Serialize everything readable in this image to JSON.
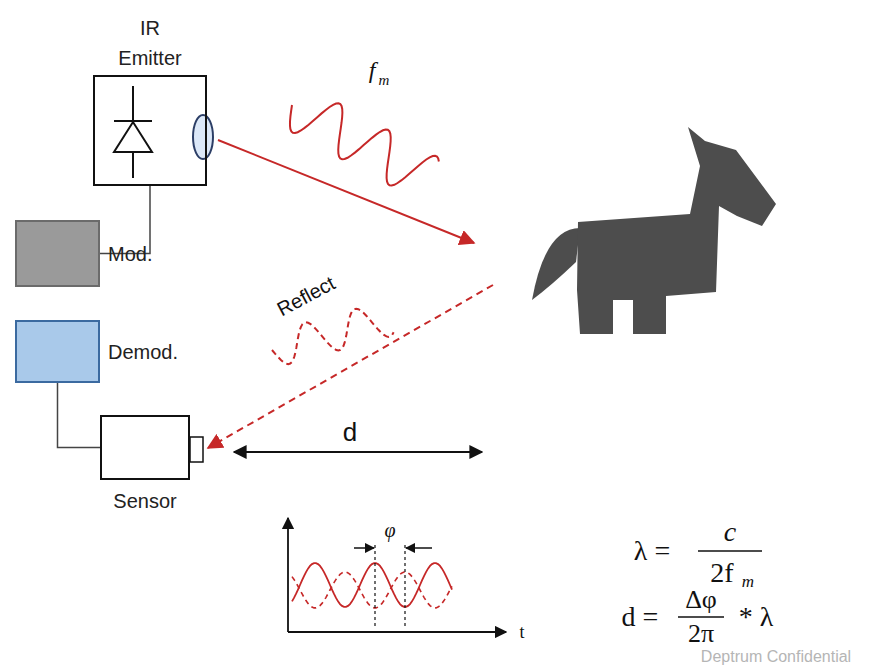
{
  "diagram": {
    "nodes": [
      {
        "text": [
          "IR Emitter"
        ]
      },
      {
        "text": [
          "Mod."
        ]
      },
      {
        "text": [
          "Demod."
        ]
      },
      {
        "text": [
          "Sensor"
        ]
      }
    ],
    "edges": [
      {
        "from": 0,
        "to": 1,
        "arrow": "none"
      },
      {
        "from": 2,
        "to": 3,
        "arrow": "none"
      }
    ],
    "labels": [
      "f",
      "m",
      "Reflect",
      "d",
      "φ",
      "t",
      "λ =",
      "c",
      "2f",
      "m",
      "d =",
      "Δφ",
      "2π",
      "* λ",
      "Deptrum Confidential"
    ]
  }
}
